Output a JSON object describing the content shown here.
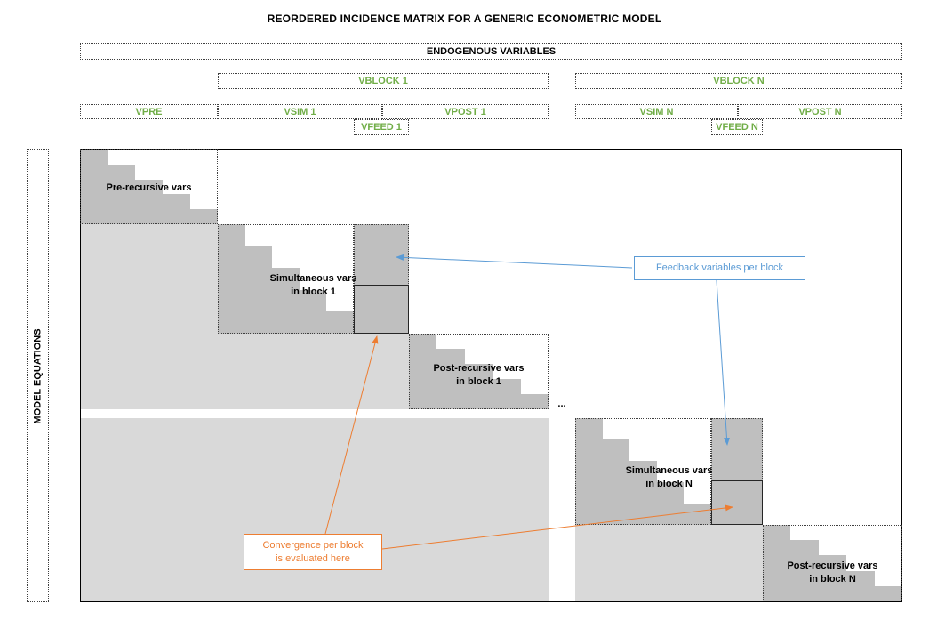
{
  "title": "REORDERED INCIDENCE MATRIX FOR A GENERIC ECONOMETRIC MODEL",
  "header": {
    "endogenous": "ENDOGENOUS VARIABLES",
    "vblock1": "VBLOCK 1",
    "vblockN": "VBLOCK N",
    "vpre": "VPRE",
    "vsim1": "VSIM 1",
    "vpost1": "VPOST 1",
    "vsimN": "VSIM N",
    "vpostN": "VPOST N",
    "vfeed1": "VFEED 1",
    "vfeedN": "VFEED N"
  },
  "side": {
    "label": "MODEL EQUATIONS"
  },
  "matrix": {
    "pre_label": "Pre-recursive vars",
    "sim1": {
      "line1": "Simultaneous vars",
      "line2": "in block 1"
    },
    "post1": {
      "line1": "Post-recursive vars",
      "line2": "in block 1"
    },
    "simN": {
      "line1": "Simultaneous vars",
      "line2": "in block N"
    },
    "postN": {
      "line1": "Post-recursive vars",
      "line2": "in block N"
    },
    "gap_ellipsis": "..."
  },
  "callouts": {
    "feedback": {
      "text": "Feedback variables per block"
    },
    "convergence": {
      "line1": "Convergence per block",
      "line2": "is evaluated here"
    }
  },
  "colors": {
    "accent_green": "#70ad47",
    "accent_blue": "#5b9bd5",
    "accent_orange": "#ed7d31",
    "block_dark": "#bfbfbf",
    "block_light": "#d9d9d9"
  }
}
